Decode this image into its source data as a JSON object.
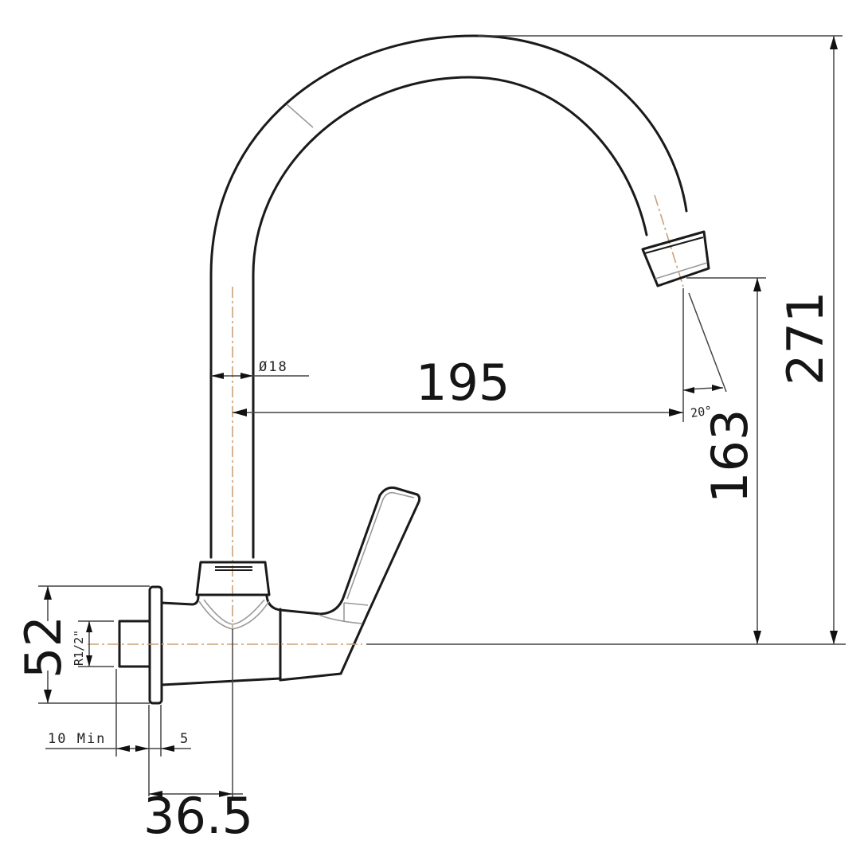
{
  "drawing": {
    "subject": "Wall-mounted kitchen faucet with swivel spout",
    "units": "mm",
    "colors": {
      "outline": "#1a1a1a",
      "hidden_lines": "#9a9a9a",
      "dimension_lines": "#444444",
      "center_lines": "#c9a17a"
    }
  },
  "dimensions": {
    "pipe_diameter": {
      "label": "Ø18",
      "symbol": "Ø",
      "value": "18"
    },
    "spout_reach": {
      "label": "195"
    },
    "spout_angle": {
      "label": "20°"
    },
    "outlet_height": {
      "label": "163"
    },
    "total_height": {
      "label": "271"
    },
    "flange_diameter": {
      "label": "52"
    },
    "thread_size": {
      "label": "R1/2\""
    },
    "thread_length_min": {
      "label": "10 Min"
    },
    "flange_thickness": {
      "label": "5"
    },
    "body_offset": {
      "label": "36.5"
    }
  }
}
